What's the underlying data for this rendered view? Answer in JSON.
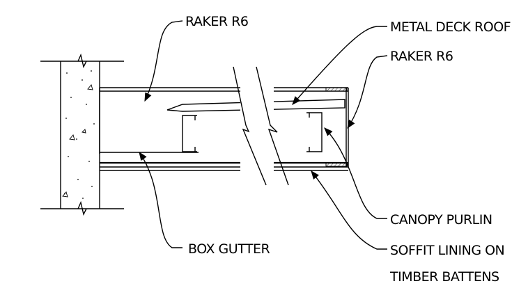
{
  "labels": {
    "raker_top": "RAKER R6",
    "metal_deck": "METAL DECK ROOF",
    "raker_right": "RAKER R6",
    "canopy_purlin": "CANOPY PURLIN",
    "soffit_line1": "SOFFIT LINING ON",
    "soffit_line2": "TIMBER BATTENS",
    "box_gutter": "BOX GUTTER"
  }
}
